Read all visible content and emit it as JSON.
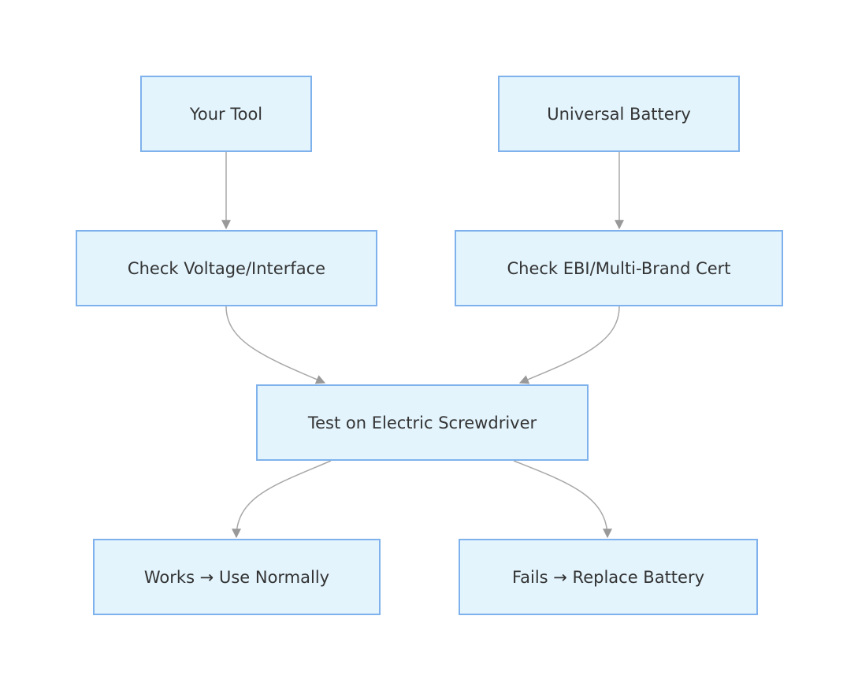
{
  "diagram": {
    "nodes": {
      "your_tool": "Your Tool",
      "universal_battery": "Universal Battery",
      "check_voltage": "Check Voltage/Interface",
      "check_ebi": "Check EBI/Multi-Brand Cert",
      "test_screwdriver": "Test on Electric Screwdriver",
      "works": "Works → Use Normally",
      "fails": "Fails → Replace Battery"
    },
    "edges": [
      {
        "from": "Your Tool",
        "to": "Check Voltage/Interface"
      },
      {
        "from": "Universal Battery",
        "to": "Check EBI/Multi-Brand Cert"
      },
      {
        "from": "Check Voltage/Interface",
        "to": "Test on Electric Screwdriver"
      },
      {
        "from": "Check EBI/Multi-Brand Cert",
        "to": "Test on Electric Screwdriver"
      },
      {
        "from": "Test on Electric Screwdriver",
        "to": "Works → Use Normally"
      },
      {
        "from": "Test on Electric Screwdriver",
        "to": "Fails → Replace Battery"
      }
    ],
    "colors": {
      "node_fill": "#e3f4fd",
      "node_border": "#7fb2ec",
      "edge": "#a8a8a8",
      "text": "#333333"
    }
  }
}
